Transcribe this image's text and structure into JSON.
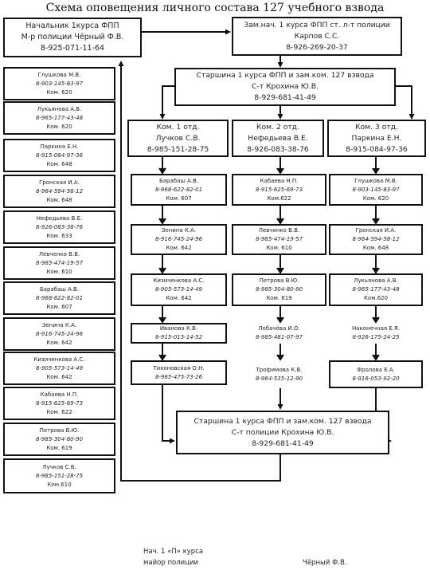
{
  "title": "Схема оповещения личного состава 127 учебного взвода",
  "head": {
    "lines": [
      "Начальник 1курса ФПП",
      "М-р полиции Чёрный Ф.В.",
      "8-925-071-11-64"
    ]
  },
  "deputy": {
    "lines": [
      "Зам.нач. 1 курса ФПП ст. л-т полиции",
      "Карпов С.С.",
      "8-926-269-20-37"
    ]
  },
  "sergeant": {
    "lines": [
      "Старшина 1 курса ФПП и зам.ком. 127 взвода",
      "С-т Крохина Ю.В.",
      "8-929-681-41-49"
    ]
  },
  "commanders": [
    {
      "lines": [
        "Ком. 1 отд.",
        "Лучков С.В.",
        "8-985-151-28-75"
      ]
    },
    {
      "lines": [
        "Ком. 2 отд.",
        "Нефедьева В.Е.",
        "8-926-083-38-76"
      ]
    },
    {
      "lines": [
        "Ком. 3 отд.",
        "Паркина Е.Н.",
        "8-915-084-97-36"
      ]
    }
  ],
  "left_list": [
    {
      "name": "Глушкова М.В.",
      "phone": "8-903-145-83-97",
      "room": "Ком. 620"
    },
    {
      "name": "Лукьянова А.В.",
      "phone": "8-965-177-43-48",
      "room": "Ком. 620"
    },
    {
      "name": "Паркина Е.Н.",
      "phone": "8-915-084-97-36",
      "room": "Ком. 648"
    },
    {
      "name": "Гронская И.А.",
      "phone": "8-964-594-58-12",
      "room": "Ком. 648"
    },
    {
      "name": "Нефедьева В.Е.",
      "phone": "8-926-083-38-76",
      "room": "Ком. 633"
    },
    {
      "name": "Левченко В.В.",
      "phone": "8-985-474-19-57",
      "room": "Ком. 610"
    },
    {
      "name": "Барабаш А.В.",
      "phone": "8-968-622-82-01",
      "room": "Ком. 607"
    },
    {
      "name": "Зенина К.А.",
      "phone": "8-916-745-24-96",
      "room": "Ком. 642"
    },
    {
      "name": "Кизиченкова А.С.",
      "phone": "8-905-573-14-49",
      "room": "Ком. 642"
    },
    {
      "name": "Кабаева Н.П.",
      "phone": "8-915-625-69-73",
      "room": "Ком. 622"
    },
    {
      "name": "Петрова В.Ю.",
      "phone": "8-985-304-80-90",
      "room": "Ком. 619"
    },
    {
      "name": "Лучков С.В.",
      "phone": "8-985-151-28-75",
      "room": "Ком.610"
    }
  ],
  "col1": [
    {
      "name": "Барабаш А.В.",
      "phone": "8-968-622-82-01",
      "room": "Ком. 607"
    },
    {
      "name": "Зенина К.А.",
      "phone": "8-916-745-24-96",
      "room": "Ком. 642"
    },
    {
      "name": "Кизиченкова А.С.",
      "phone": "8-905-573-14-49",
      "room": "Ком. 642"
    },
    {
      "name": "Иванова К.В.",
      "phone": "8-915-015-14-52",
      "room": ""
    },
    {
      "name": "Тихоновская О.Н.",
      "phone": "8-985-475-73-26",
      "room": ""
    }
  ],
  "col2": [
    {
      "name": "Кабаева Н.П.",
      "phone": "8-915-625-69-73",
      "room": "Ком.622"
    },
    {
      "name": "Левченко В.В.",
      "phone": "8-985-474-19-57",
      "room": "Ком. 610"
    },
    {
      "name": "Петрова В.Ю.",
      "phone": "8-985-304-80-90",
      "room": "Ком. 619"
    },
    {
      "name": "Лобачёва И.О.",
      "phone": "8-985-481-07-97",
      "room": ""
    },
    {
      "name": "Трофимова К.В.",
      "phone": "8-964-535-12-90",
      "room": ""
    }
  ],
  "col3": [
    {
      "name": "Глушкова М.В.",
      "phone": "8-903-145-83-97",
      "room": "Ком. 620"
    },
    {
      "name": "Гронская И.А.",
      "phone": "8-964-594-58-12",
      "room": "Ком. 648"
    },
    {
      "name": "Лукьянова А.В.",
      "phone": "8-965-177-43-48",
      "room": "Ком.620"
    },
    {
      "name": "Наконечная Е.Я.",
      "phone": "8-926-175-24-25",
      "room": ""
    },
    {
      "name": "Фролова Е.А.",
      "phone": "8-916-053-92-20",
      "room": ""
    }
  ],
  "final": {
    "lines": [
      "Старшина 1 курса ФПП и зам.ком. 127 взвода",
      "С-т полиции Крохина Ю.В.",
      "8-929-681-41-49"
    ]
  },
  "footer": {
    "line1": "Нач. 1 «П» курса",
    "line2": "майор полиции",
    "signature": "Чёрный Ф.В."
  }
}
